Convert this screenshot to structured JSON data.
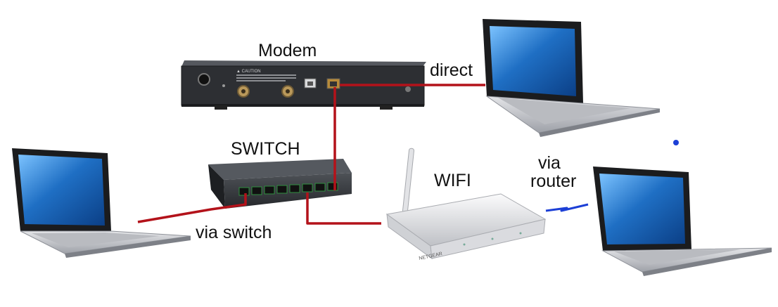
{
  "labels": {
    "modem": "Modem",
    "direct": "direct",
    "switch": "SWITCH",
    "wifi": "WIFI",
    "via_router_line1": "via",
    "via_router_line2": "router",
    "via_switch": "via switch"
  },
  "colors": {
    "cable": "#b3121a",
    "wireless": "#1c3fd6",
    "device_dark": "#2b2d31",
    "router_white": "#e9e9ec",
    "laptop_screen": "#1a63b8",
    "laptop_body": "#c9cbcf"
  }
}
